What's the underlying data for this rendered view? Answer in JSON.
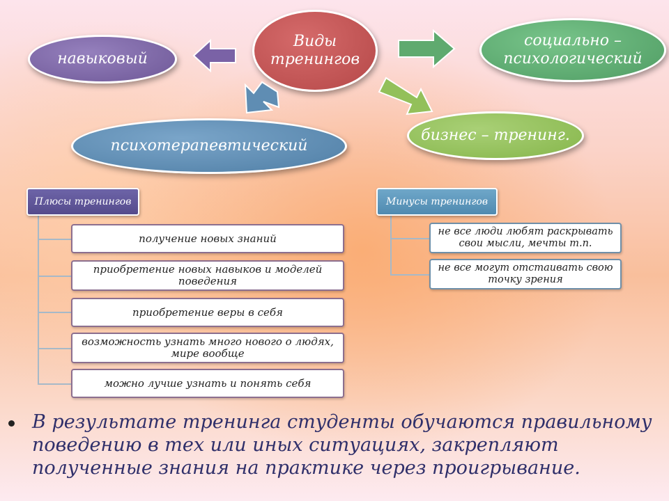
{
  "diagram": {
    "center": "Виды тренингов",
    "types": [
      {
        "label": "навыковый",
        "color": "#7d65a8"
      },
      {
        "label": "социально – психологический",
        "color": "#5fae72"
      },
      {
        "label": "психотерапевтический",
        "color": "#5f8db3"
      },
      {
        "label": "бизнес – тренинг.",
        "color": "#93c05a"
      }
    ],
    "center_color": "#c05454"
  },
  "pros": {
    "title": "Плюсы тренингов",
    "items": [
      "получение новых знаний",
      "приобретение новых навыков и моделей поведения",
      "приобретение веры в себя",
      "возможность узнать много нового о людях, мире вообще",
      "можно лучше узнать и понять себя"
    ]
  },
  "cons": {
    "title": "Минусы тренингов",
    "items": [
      "не все люди любят раскрывать свои мысли, мечты т.п.",
      "не все могут отстаивать свою точку зрения"
    ]
  },
  "conclusion": "В результате тренинга студенты обучаются правильному поведению в тех или иных ситуациях, закрепляют полученные знания на практике через проигрывание."
}
